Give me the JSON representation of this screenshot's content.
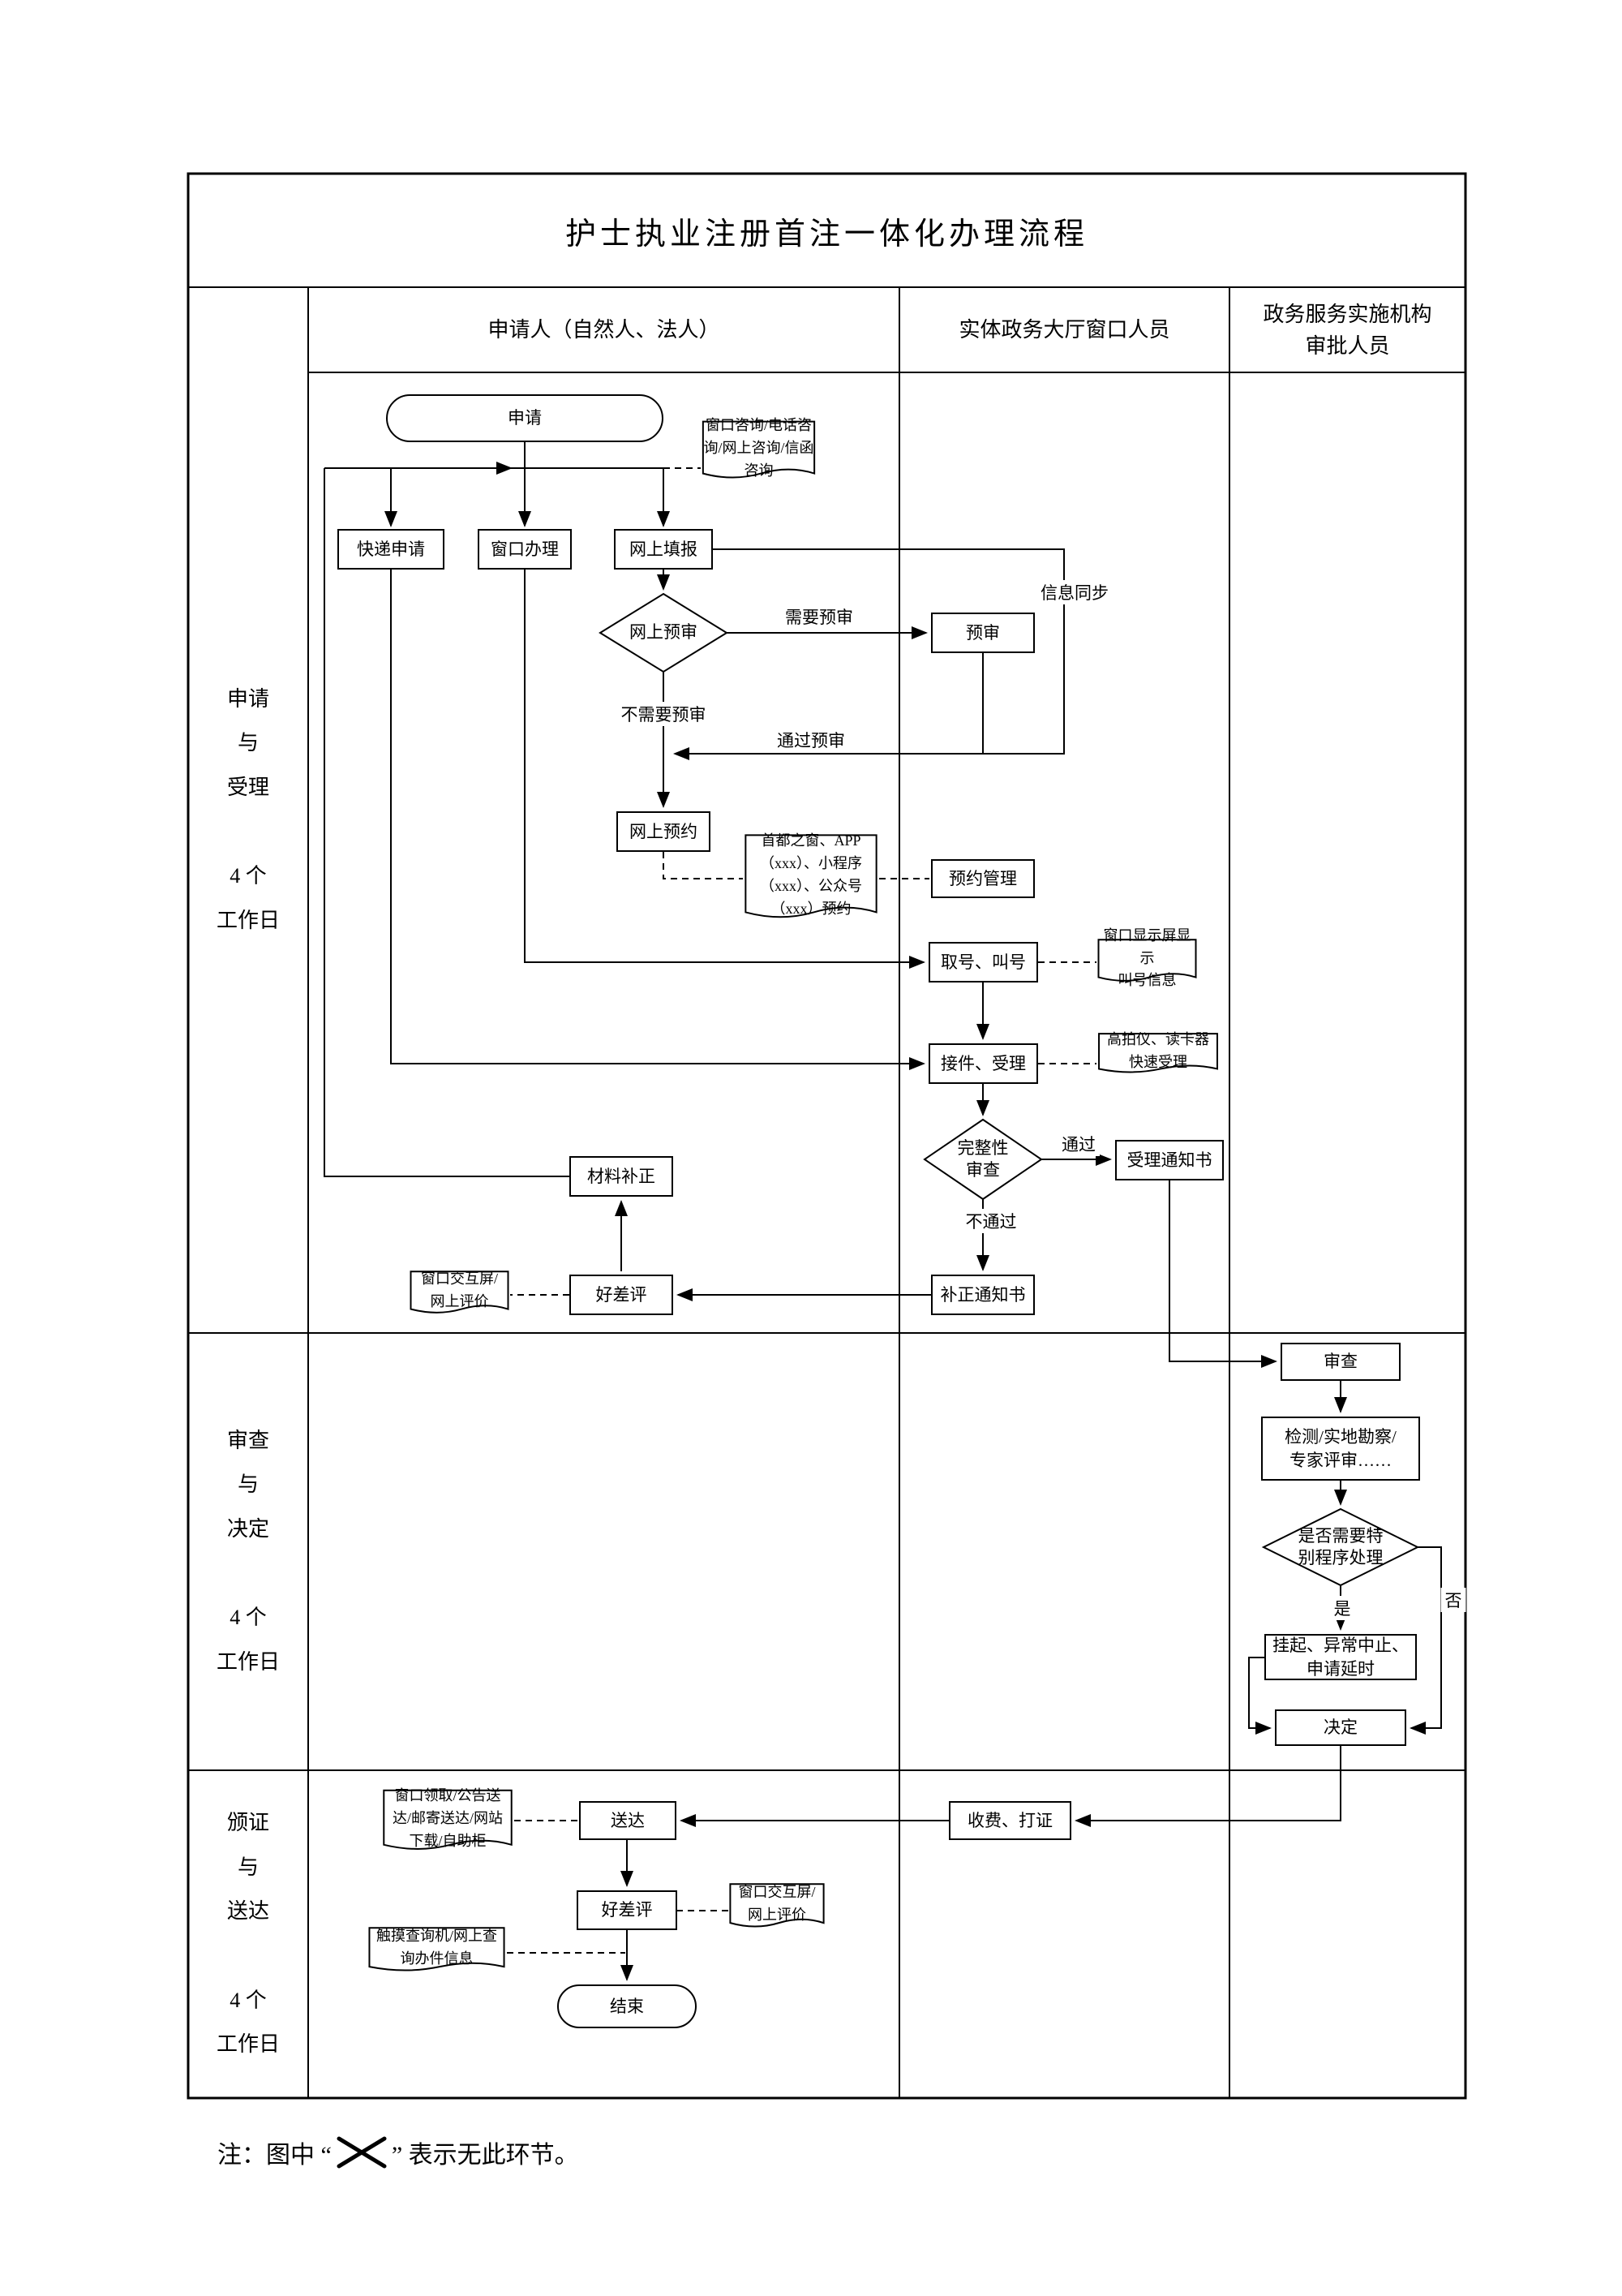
{
  "title": "护士执业注册首注一体化办理流程",
  "lanes": {
    "applicant": "申请人（自然人、法人）",
    "window": "实体政务大厅窗口人员",
    "approver": "政务服务实施机构\n审批人员"
  },
  "phases": {
    "phase1": "申请\n与\n受理\n\n4 个\n工作日",
    "phase2": "审查\n与\n决定\n\n4 个\n工作日",
    "phase3": "颁证\n与\n送达\n\n4 个\n工作日"
  },
  "nodes": {
    "start": "申请",
    "express_apply": "快递申请",
    "window_handle": "窗口办理",
    "online_fill": "网上填报",
    "online_precheck": "网上预审",
    "precheck": "预审",
    "online_booking": "网上预约",
    "booking_mgmt": "预约管理",
    "take_number": "取号、叫号",
    "receive_accept": "接件、受理",
    "completeness_check": "完整性\n审查",
    "acceptance_notice": "受理通知书",
    "correction_notice": "补正通知书",
    "material_correction": "材料补正",
    "rating1": "好差评",
    "review": "审查",
    "inspection": "检测/实地勘察/\n专家评审……",
    "special_procedure": "是否需要特\n别程序处理",
    "suspend": "挂起、异常中止、\n申请延时",
    "decision": "决定",
    "charge_print": "收费、打证",
    "delivery": "送达",
    "rating2": "好差评",
    "end": "结束"
  },
  "notes": {
    "consult": "窗口咨询/电话咨\n询/网上咨询/信函\n咨询",
    "booking_channels": "首都之窗、APP\n（xxx）、小程序\n（xxx）、公众号\n（xxx）预约",
    "call_display": "窗口显示屏显示\n叫号信息",
    "fast_accept": "高拍仪、读卡器\n快速受理",
    "rating_channel1": "窗口交互屏/\n网上评价",
    "delivery_channels": "窗口领取/公告送\n达/邮寄送达/网站\n下载/自助柜",
    "rating_channel2": "窗口交互屏/\n网上评价",
    "query_info": "触摸查询机/网上查\n询办件信息"
  },
  "edge_labels": {
    "need_precheck": "需要预审",
    "no_precheck": "不需要预审",
    "pass_precheck": "通过预审",
    "info_sync": "信息同步",
    "pass": "通过",
    "fail": "不通过",
    "yes": "是",
    "no": "否"
  },
  "footer": {
    "prefix": "注：图中 “",
    "suffix": "” 表示无此环节。"
  }
}
